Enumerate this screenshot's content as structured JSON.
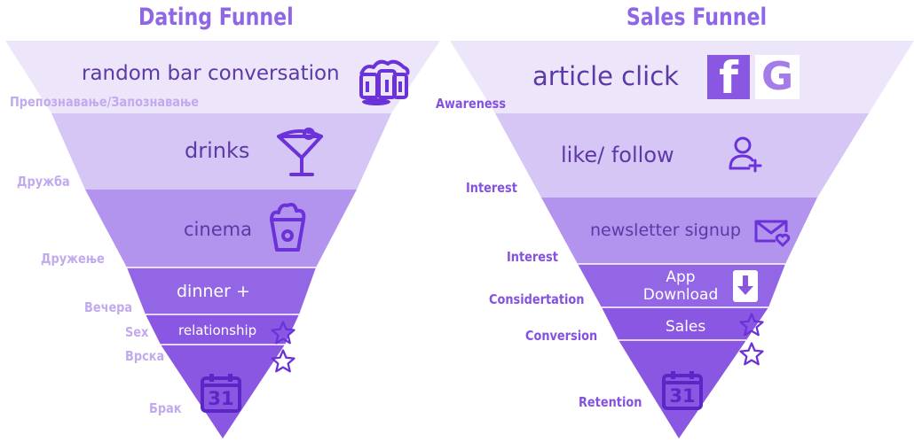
{
  "dating": {
    "title": "Dating Funnel",
    "stages": [
      {
        "label": "random bar conversation",
        "icon": "beer-mugs-icon"
      },
      {
        "label": "drinks",
        "icon": "martini-glass-icon"
      },
      {
        "label": "cinema",
        "icon": "popcorn-icon"
      },
      {
        "label": "dinner +",
        "icon": ""
      },
      {
        "label": "relationship",
        "icon": "star-icon"
      },
      {
        "label": "",
        "icon": "star-icon"
      },
      {
        "label": "",
        "icon": "calendar-icon"
      }
    ],
    "side_labels": [
      "Препознавање/Запознавање",
      "Дружба",
      "Дружење",
      "Вечера",
      "Sex",
      "Врска",
      "Брак"
    ],
    "calendar_day": "31"
  },
  "sales": {
    "title": "Sales Funnel",
    "stages": [
      {
        "label": "article click",
        "icon": "facebook-google-icon"
      },
      {
        "label": "like/ follow",
        "icon": "add-user-icon"
      },
      {
        "label": "newsletter signup",
        "icon": "envelope-heart-icon"
      },
      {
        "label_line1": "App",
        "label_line2": "Download",
        "icon": "download-icon"
      },
      {
        "label": "Sales",
        "icon": "star-icon"
      },
      {
        "label": "",
        "icon": "star-icon"
      },
      {
        "label": "",
        "icon": "calendar-icon"
      }
    ],
    "side_labels": [
      "Awareness",
      "Interest",
      "Interest",
      "Considertation",
      "Conversion",
      "Retention"
    ],
    "calendar_day": "31",
    "fb_letter": "f",
    "g_letter": "G"
  },
  "colors": {
    "title": "#8f67e6",
    "tier1": "#ede6fb",
    "tier2": "#d6c6f6",
    "tier3": "#b293ee",
    "tier4": "#9366e6",
    "tier5": "#8a57e3",
    "icon": "#6a32d8"
  }
}
